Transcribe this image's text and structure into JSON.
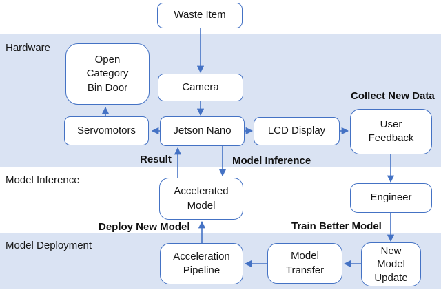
{
  "diagram": {
    "title": "Waste sorting system architecture flowchart",
    "sections": [
      {
        "label": "Hardware"
      },
      {
        "label": "Model Inference"
      },
      {
        "label": "Model Deployment"
      }
    ],
    "nodes": {
      "waste_item": "Waste Item",
      "open_category_bin_door": "Open\nCategory\nBin Door",
      "camera": "Camera",
      "servomotors": "Servomotors",
      "jetson_nano": "Jetson Nano",
      "lcd_display": "LCD Display",
      "user_feedback": "User\nFeedback",
      "accelerated_model": "Accelerated\nModel",
      "engineer": "Engineer",
      "acceleration_pipeline": "Acceleration\nPipeline",
      "model_transfer": "Model\nTransfer",
      "new_model_update": "New\nModel\nUpdate"
    },
    "edge_labels": {
      "collect_new_data": "Collect New Data",
      "result": "Result",
      "model_inference": "Model Inference",
      "deploy_new_model": "Deploy New Model",
      "train_better_model": "Train Better Model"
    },
    "edges": [
      {
        "from": "waste_item",
        "to": "camera"
      },
      {
        "from": "camera",
        "to": "jetson_nano"
      },
      {
        "from": "jetson_nano",
        "to": "servomotors"
      },
      {
        "from": "servomotors",
        "to": "open_category_bin_door"
      },
      {
        "from": "jetson_nano",
        "to": "lcd_display"
      },
      {
        "from": "lcd_display",
        "to": "user_feedback"
      },
      {
        "from": "user_feedback",
        "to": "engineer"
      },
      {
        "from": "engineer",
        "to": "new_model_update",
        "label": "Train Better Model"
      },
      {
        "from": "new_model_update",
        "to": "model_transfer"
      },
      {
        "from": "model_transfer",
        "to": "acceleration_pipeline"
      },
      {
        "from": "acceleration_pipeline",
        "to": "accelerated_model",
        "label": "Deploy New Model"
      },
      {
        "from": "accelerated_model",
        "to": "jetson_nano",
        "label": "Result"
      },
      {
        "from": "jetson_nano",
        "to": "accelerated_model",
        "label": "Model Inference"
      }
    ],
    "colors": {
      "box_border": "#4472c4",
      "arrow": "#4472c4",
      "band_fill": "#dae3f3",
      "box_fill": "#ffffff",
      "text": "#161616"
    }
  }
}
